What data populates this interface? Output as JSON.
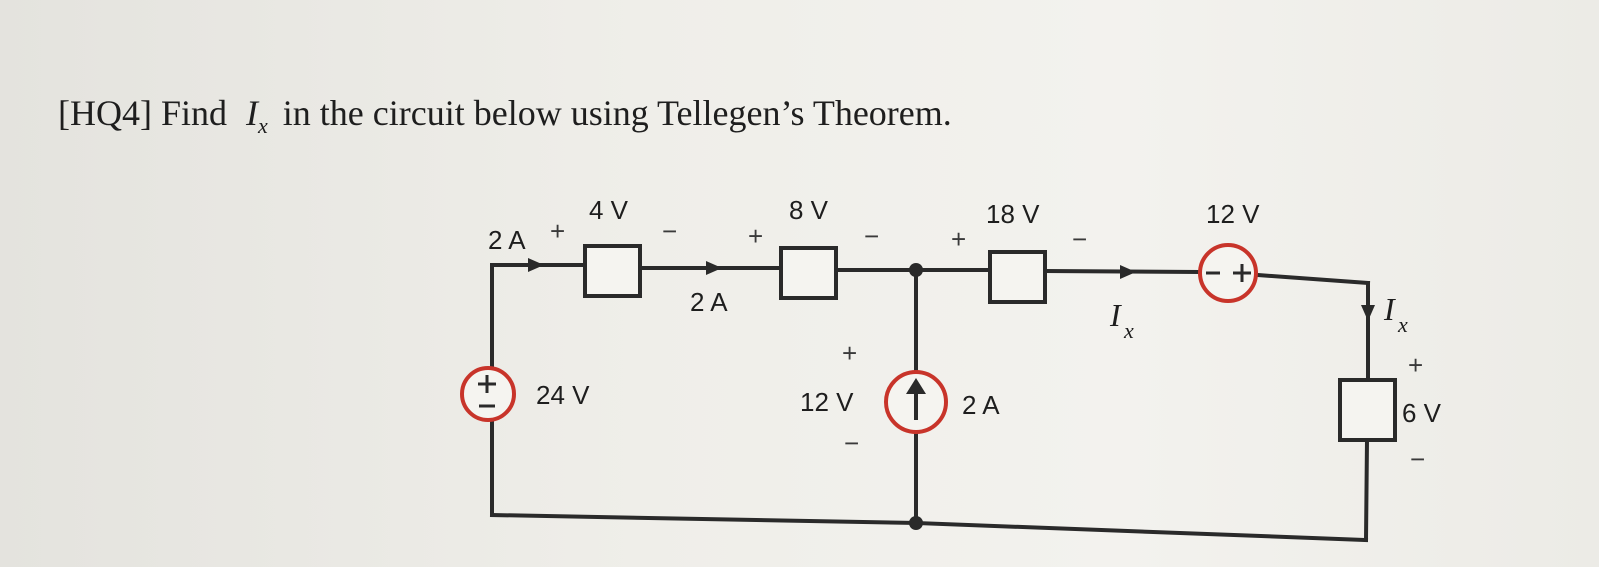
{
  "problem": {
    "label": "[HQ4]",
    "text_before": "Find",
    "variable": "I",
    "variable_sub": "x",
    "text_after": "in the circuit below using Tellegen’s Theorem."
  },
  "circuit": {
    "current_2a_top": "2 A",
    "element_4v": "4 V",
    "element_8v": "8 V",
    "element_18v": "18 V",
    "element_12v_top": "12 V",
    "current_2a_mid": "2 A",
    "current_ix_mid": "I",
    "current_ix_right": "I",
    "ix_sub": "x",
    "source_24v": "24 V",
    "voltage_12v_mid": "12 V",
    "source_2a": "2 A",
    "element_6v": "6 V",
    "plus": "+",
    "minus": "−",
    "wire_color": "#2a2a2a",
    "source_color": "#c8342a"
  }
}
